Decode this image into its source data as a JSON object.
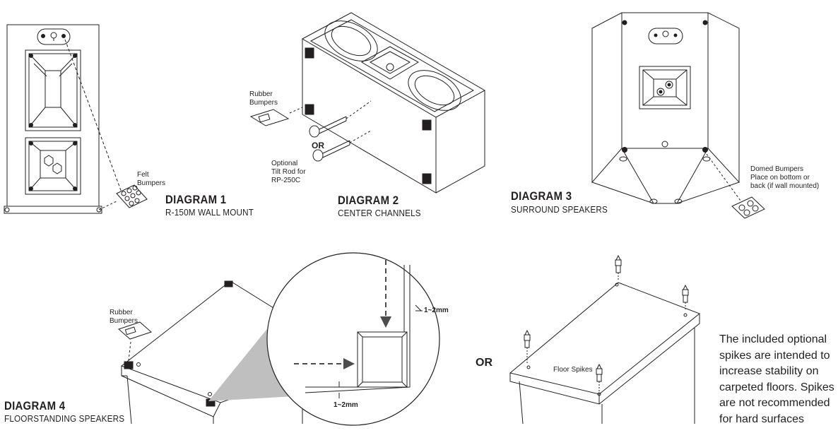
{
  "diagrams": [
    {
      "title": "DIAGRAM 1",
      "subtitle": "R-150M WALL MOUNT"
    },
    {
      "title": "DIAGRAM 2",
      "subtitle": "CENTER CHANNELS"
    },
    {
      "title": "DIAGRAM 3",
      "subtitle": "SURROUND SPEAKERS"
    },
    {
      "title": "DIAGRAM 4",
      "subtitle": "FLOORSTANDING SPEAKERS"
    }
  ],
  "callouts": {
    "felt_bumpers": "Felt\nBumpers",
    "rubber_bumpers_d2": "Rubber\nBumpers",
    "tilt_rod": "Optional\nTilt Rod for\nRP-250C",
    "or_d2": "OR",
    "domed_bumpers": "Domed Bumpers\nPlace on bottom or\nback (if wall mounted)",
    "rubber_bumpers_d4": "Rubber\nBumpers",
    "gap_right": "1~2mm",
    "gap_bottom": "1~2mm",
    "or_d4": "OR",
    "floor_spikes": "Floor Spikes"
  },
  "note": "The included optional spikes are intended to increase stability on carpeted floors. Spikes are not recommended for hard surfaces"
}
